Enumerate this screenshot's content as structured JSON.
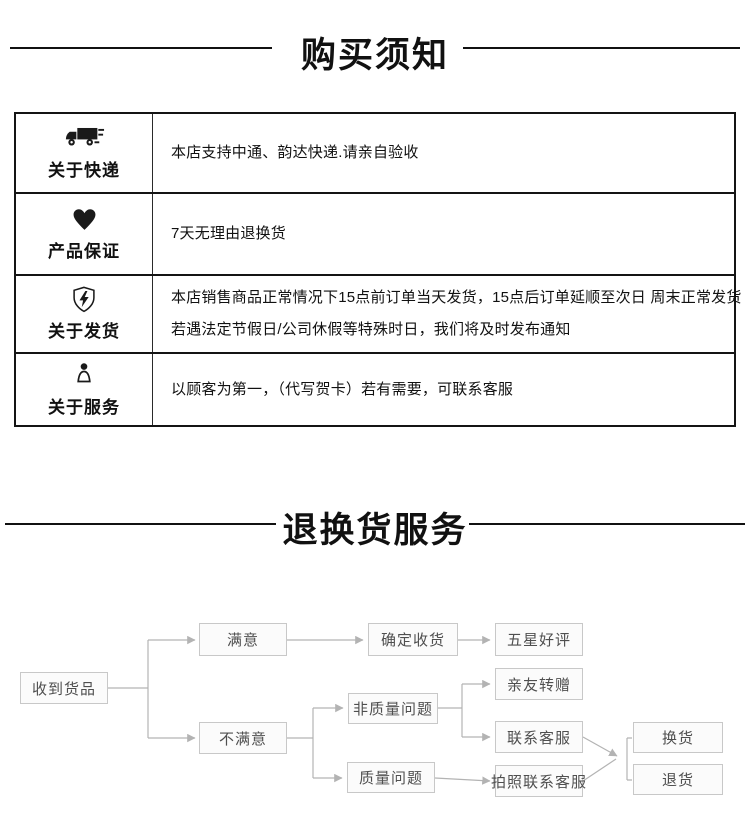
{
  "sections": {
    "purchase_notice": {
      "title": "购买须知"
    },
    "return_service": {
      "title": "退换货服务"
    }
  },
  "notice_table": {
    "rows": [
      {
        "icon": "truck-icon",
        "label": "关于快递",
        "lines": [
          "本店支持中通、韵达快递.请亲自验收"
        ]
      },
      {
        "icon": "heart-icon",
        "label": "产品保证",
        "lines": [
          "7天无理由退换货"
        ]
      },
      {
        "icon": "shield-bolt-icon",
        "label": "关于发货",
        "lines": [
          "本店销售商品正常情况下15点前订单当天发货，15点后订单延顺至次日 周末正常发货",
          "若遇法定节假日/公司休假等特殊时日，我们将及时发布通知"
        ]
      },
      {
        "icon": "person-icon",
        "label": "关于服务",
        "lines": [
          "以顾客为第一，（代写贺卡）若有需要，可联系客服"
        ]
      }
    ]
  },
  "flowchart": {
    "nodes": {
      "receive": {
        "label": "收到货品"
      },
      "satisfied": {
        "label": "满意"
      },
      "confirm": {
        "label": "确定收货"
      },
      "five_star": {
        "label": "五星好评"
      },
      "unsatisfied": {
        "label": "不满意"
      },
      "non_quality": {
        "label": "非质量问题"
      },
      "gift_friends": {
        "label": "亲友转赠"
      },
      "contact": {
        "label": "联系客服"
      },
      "quality": {
        "label": "质量问题"
      },
      "photo_contact": {
        "label": "拍照联系客服"
      },
      "exchange": {
        "label": "换货"
      },
      "refund": {
        "label": "退货"
      }
    }
  },
  "colors": {
    "background": "#ffffff",
    "title_text": "#111111",
    "table_border": "#141414",
    "body_text": "#111111",
    "flow_box_border": "#c8c8c8",
    "flow_box_fill": "#fbfbfb",
    "flow_text": "#4f4f4f",
    "flow_connector": "#b3b3b3",
    "icon_color": "#1a1a1a"
  }
}
